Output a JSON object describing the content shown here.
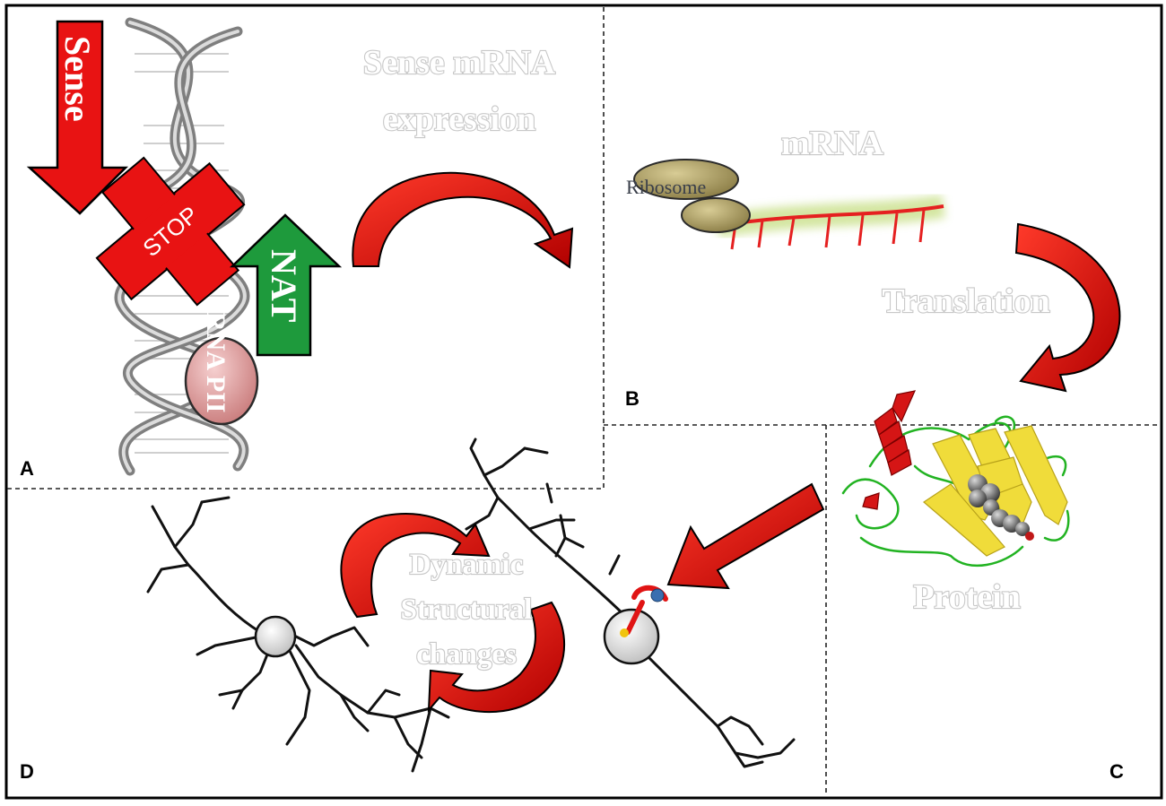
{
  "panels": {
    "a": {
      "letter": "A",
      "sense_label": "Sense",
      "stop_label": "STOP",
      "nat_label": "NAT",
      "rna_pol_label": "RNA PII",
      "heading_line1": "Sense mRNA",
      "heading_line2": "expression"
    },
    "b": {
      "letter": "B",
      "mrna_label": "mRNA",
      "ribosome_label": "Ribosome",
      "translation_label": "Translation"
    },
    "c": {
      "letter": "C",
      "protein_label": "Protein"
    },
    "d": {
      "letter": "D",
      "line1": "Dynamic",
      "line2": "Structural",
      "line3": "changes"
    }
  },
  "colors": {
    "arrow_red": "#e11010",
    "arrow_dark": "#7a0000",
    "nat_green": "#1a9a3a",
    "ribosome": "#b5a56c",
    "mrna": "#e52020",
    "helix_gray": "#8c8c8c",
    "rna_pol": "#e8a7a7",
    "protein_sheet": "#f0dc3a",
    "protein_coil": "#22b322"
  },
  "icons": [
    "dna-double-helix",
    "sense-arrow",
    "stop-cross",
    "nat-arrow",
    "rna-polymerase",
    "ribosome",
    "mrna-strand",
    "protein-structure",
    "neuron-cell",
    "curved-arrow"
  ]
}
